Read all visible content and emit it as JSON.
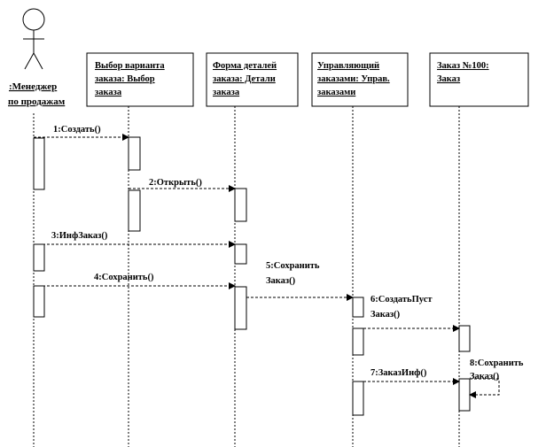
{
  "actor": {
    "name_line1": ":Менеджер",
    "name_line2": "по продажам"
  },
  "objects": [
    {
      "line1": "Выбор варианта",
      "line2": "заказа: Выбор",
      "line3": "заказа"
    },
    {
      "line1": "Форма деталей",
      "line2": "заказа: Детали",
      "line3": "заказа"
    },
    {
      "line1": "Управляющий",
      "line2": "заказами: Управ.",
      "line3": "заказами"
    },
    {
      "line1": "Заказ №100:",
      "line2": "Заказ",
      "line3": ""
    }
  ],
  "messages": [
    {
      "label": "1:Создать()"
    },
    {
      "label": "2:Открыть()"
    },
    {
      "label": "3:ИнфЗаказ()"
    },
    {
      "label": "4:Сохранить()"
    },
    {
      "label_line1": "5:Сохранить",
      "label_line2": "Заказ()"
    },
    {
      "label_line1": "6:СоздатьПуст",
      "label_line2": "Заказ()"
    },
    {
      "label": "7:ЗаказИнф()"
    },
    {
      "label_line1": "8:Сохранить",
      "label_line2": "Заказ()"
    }
  ],
  "colors": {
    "line": "#000000",
    "background": "#ffffff"
  }
}
